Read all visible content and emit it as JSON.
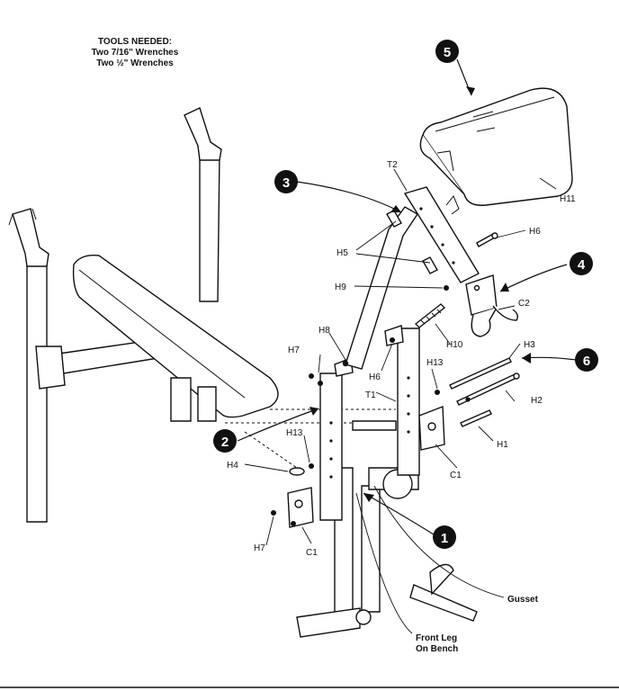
{
  "tools": {
    "heading": "TOOLS NEEDED:",
    "line1": "Two 7/16\" Wrenches",
    "line2": "Two ½\" Wrenches"
  },
  "callouts": {
    "c1": "1",
    "c2": "2",
    "c3": "3",
    "c4": "4",
    "c5": "5",
    "c6": "6"
  },
  "labels": {
    "t2": "T2",
    "h11": "H11",
    "h6": "H6",
    "h5": "H5",
    "h9": "H9",
    "c2": "C2",
    "h10": "H10",
    "h8": "H8",
    "h7_top": "H7",
    "h6_mid": "H6",
    "h13_right": "H13",
    "h3": "H3",
    "t1": "T1",
    "h2": "H2",
    "h1": "H1",
    "c1_right": "C1",
    "h13_left": "H13",
    "h4": "H4",
    "h7_bottom": "H7",
    "c1_bottom": "C1",
    "gusset": "Gusset",
    "front_leg_1": "Front Leg",
    "front_leg_2": "On Bench"
  },
  "colors": {
    "ink": "#111111",
    "paper": "#ffffff"
  }
}
